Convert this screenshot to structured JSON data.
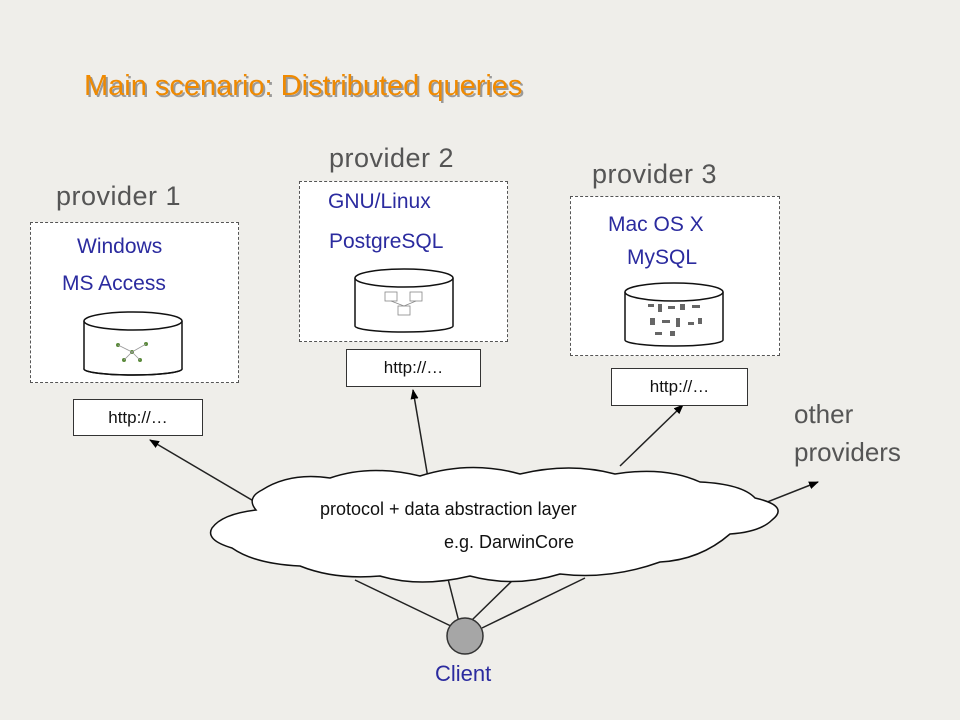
{
  "title": "Main scenario: Distributed queries",
  "providers": [
    {
      "label": "provider 1",
      "os": "Windows",
      "db": "MS Access",
      "url": "http://…"
    },
    {
      "label": "provider 2",
      "os": "GNU/Linux",
      "db": "PostgreSQL",
      "url": "http://…"
    },
    {
      "label": "provider 3",
      "os": "Mac OS X",
      "db": "MySQL",
      "url": "http://…"
    }
  ],
  "other_providers": {
    "line1": "other",
    "line2": "providers"
  },
  "cloud": {
    "line1": "protocol + data abstraction layer",
    "line2": "e.g. DarwinCore"
  },
  "client": {
    "label": "Client"
  },
  "colors": {
    "title": "#f08a00",
    "accent_text": "#2b2b9f",
    "background": "#efeeea",
    "client_node": "#a6a6a6"
  }
}
